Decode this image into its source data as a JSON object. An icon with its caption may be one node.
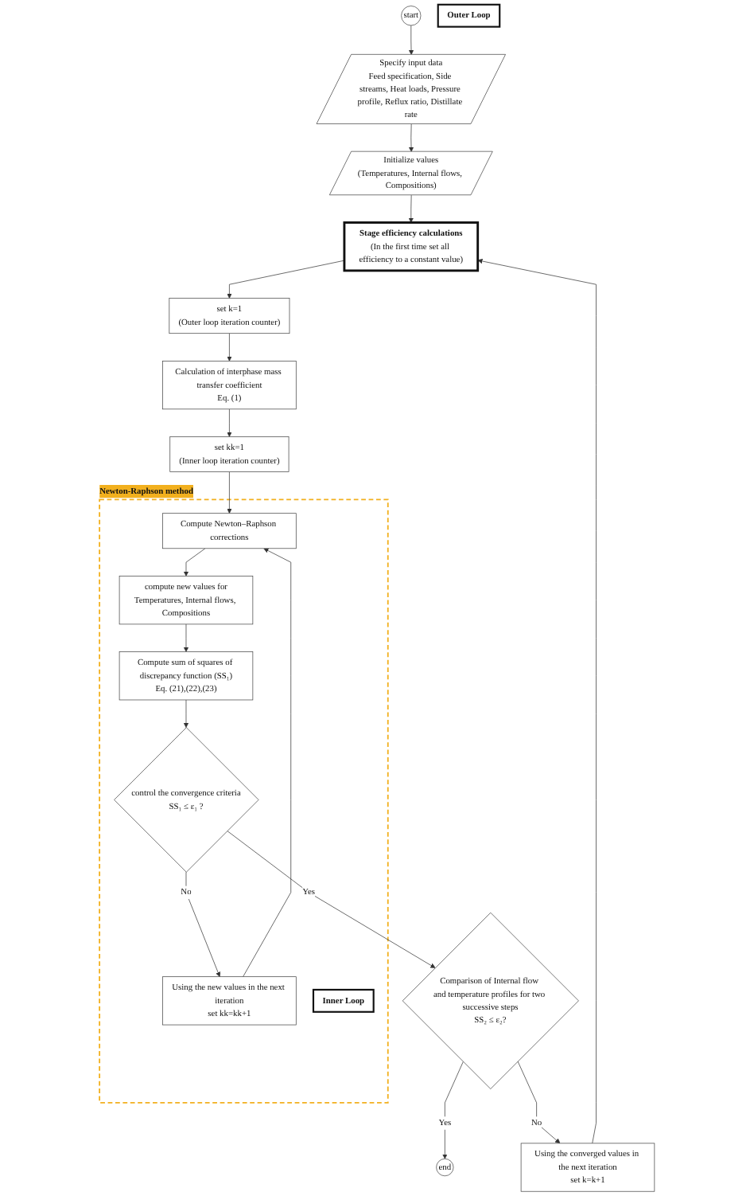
{
  "diagram": {
    "nodes": [
      {
        "text": [
          "start"
        ]
      },
      {
        "text": [
          "Specify input data",
          "Feed specification, Side streams, Heat loads, Pressure profile, Reflux ratio, Distillate rate"
        ]
      },
      {
        "text": [
          "Initialize values",
          "(Temperatures, Internal flows, Compositions)"
        ]
      },
      {
        "text": [
          "Stage efficiency calculations",
          "(In the first time set all efficiency to a constant value)"
        ]
      },
      {
        "text": [
          "set k=1",
          "(Outer loop iteration counter)"
        ]
      },
      {
        "text": [
          "Calculation of interphase mass transfer coefficient",
          "Eq. (1)"
        ]
      },
      {
        "text": [
          "set kk=1",
          "(Inner loop iteration counter)"
        ]
      },
      {
        "text": [
          "Newton-Raphson method"
        ]
      },
      {
        "text": [
          "Compute Newton–Raphson corrections"
        ],
        "in": 7
      },
      {
        "text": [
          "compute new values for",
          "Temperatures, Internal flows, Compositions"
        ],
        "in": 7
      },
      {
        "text": [
          "Compute sum of squares of discrepancy function (SS₁)",
          "Eq. (21),(22),(23)"
        ],
        "in": 7
      },
      {
        "text": [
          "control the convergence criteria",
          "SS₁ ≤ ε₁ ?"
        ],
        "in": 7
      },
      {
        "text": [
          "Using the new values in the next iteration",
          "set kk=kk+1"
        ],
        "in": 7
      },
      {
        "text": [
          "Inner Loop"
        ],
        "in": 7
      },
      {
        "text": [
          "Comparison of Internal flow and temperature profiles for two successive steps",
          "SS₂ ≤ ε₂?"
        ]
      },
      {
        "text": [
          "end"
        ]
      },
      {
        "text": [
          "Using the converged values in the next iteration",
          "set k=k+1"
        ]
      },
      {
        "text": [
          "Outer Loop"
        ]
      }
    ],
    "edges": [
      {
        "from": 0,
        "to": 1,
        "arrow": "to"
      },
      {
        "from": 1,
        "to": 2,
        "arrow": "to"
      },
      {
        "from": 2,
        "to": 3,
        "arrow": "to"
      },
      {
        "from": 3,
        "to": 4,
        "arrow": "to"
      },
      {
        "from": 4,
        "to": 5,
        "arrow": "to"
      },
      {
        "from": 5,
        "to": 6,
        "arrow": "to"
      },
      {
        "from": 6,
        "to": 8,
        "arrow": "to"
      },
      {
        "from": 8,
        "to": 9,
        "arrow": "to"
      },
      {
        "from": 9,
        "to": 10,
        "arrow": "to"
      },
      {
        "from": 10,
        "to": 11,
        "arrow": "to"
      },
      {
        "from": 11,
        "to": 12,
        "arrow": "to",
        "label": "No"
      },
      {
        "from": 12,
        "to": 8,
        "arrow": "to"
      },
      {
        "from": 11,
        "to": 14,
        "arrow": "to",
        "label": "Yes"
      },
      {
        "from": 14,
        "to": 15,
        "arrow": "to",
        "label": "Yes"
      },
      {
        "from": 14,
        "to": 16,
        "arrow": "to",
        "label": "No"
      },
      {
        "from": 16,
        "to": 3,
        "arrow": "to"
      }
    ]
  }
}
